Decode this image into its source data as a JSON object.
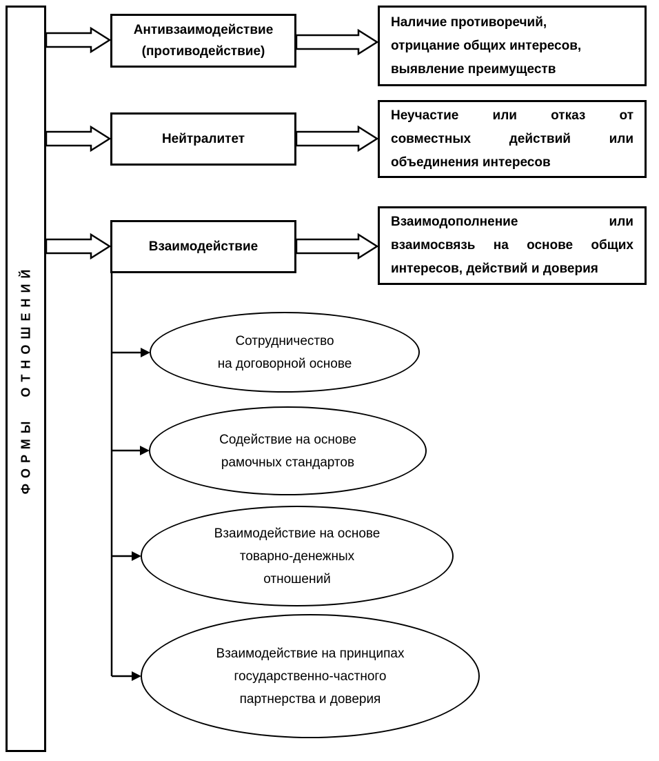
{
  "colors": {
    "ink": "#000000",
    "paper": "#ffffff"
  },
  "sidebar": {
    "label": "ФОРМЫ ОТНОШЕНИЙ"
  },
  "rows": [
    {
      "form": {
        "lines": [
          "Антивзаимодействие",
          "(противодействие)"
        ]
      },
      "description": {
        "lines": [
          "Наличие противоречий,",
          "отрицание общих интересов,",
          "выявление преимуществ"
        ]
      }
    },
    {
      "form": {
        "lines": [
          "Нейтралитет"
        ]
      },
      "description": {
        "lines": [
          "Неучастие или отказ от",
          "совместных действий или",
          "объединения интересов"
        ]
      }
    },
    {
      "form": {
        "lines": [
          "Взаимодействие"
        ]
      },
      "description": {
        "lines": [
          "Взаимодополнение или",
          "взаимосвязь на основе общих",
          "интересов, действий и доверия"
        ]
      }
    }
  ],
  "subforms": [
    {
      "lines": [
        "Сотрудничество",
        "на договорной основе"
      ]
    },
    {
      "lines": [
        "Содействие на основе",
        "рамочных стандартов"
      ]
    },
    {
      "lines": [
        "Взаимодействие на основе",
        "товарно-денежных",
        "отношений"
      ]
    },
    {
      "lines": [
        "Взаимодействие на принципах",
        "государственно-частного",
        "партнерства и доверия"
      ]
    }
  ]
}
